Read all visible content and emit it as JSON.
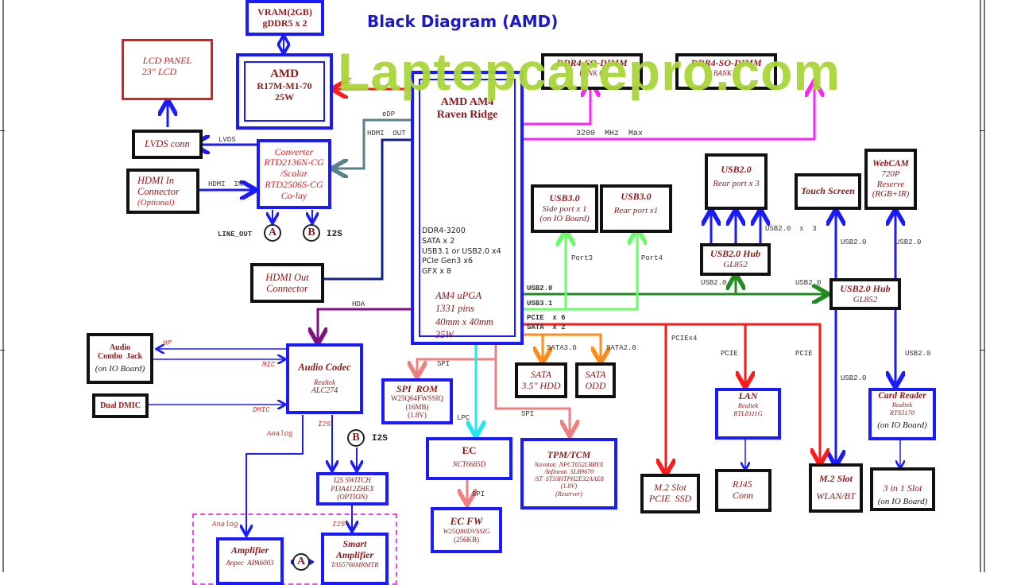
{
  "title": "Black Diagram (AMD)",
  "watermark": "Laptopcarepro.com",
  "colors": {
    "block_blue": "#1a1aff",
    "block_black": "#111111",
    "lcd_red": "#e81919",
    "text_maroon": "#8b1a1a",
    "title_blue": "#1a1acc",
    "watermark_green": "#a9d63a",
    "ddr_magenta": "#ff22ff",
    "usb2_green": "#1e8c1e",
    "usb3_light_green": "#66ff66",
    "pcie_red": "#ff1a1a",
    "sata_orange": "#ff8c1a",
    "spi_salmon": "#f08080",
    "lpc_cyan": "#22e6f0",
    "hda_purple": "#801080",
    "edp_slate": "#5a8088",
    "hdmi_navy": "#10208c"
  },
  "blocks": {
    "vram": {
      "line1": "VRAM(2GB)",
      "line2": "gDDR5 x 2"
    },
    "gpu": {
      "line1": "AMD",
      "line2": "R17M-M1-70",
      "line3": "25W"
    },
    "lcd_panel": {
      "line1": "LCD PANEL",
      "line2": "23\" LCD"
    },
    "lvds_conn": {
      "line1": "LVDS conn"
    },
    "converter": {
      "line1": "Converter",
      "line2": "RTD2136N-CG",
      "line3": "/Scalar",
      "line4": "RTD2506S-CG",
      "line5": "Co-lay"
    },
    "hdmi_in": {
      "line1": "HDMI  In",
      "line2": "Connector",
      "line3": "(Optional)"
    },
    "hdmi_out": {
      "line1": "HDMI Out",
      "line2": "Connector"
    },
    "cpu": {
      "line1": "AMD AM4",
      "line2": "Raven Ridge",
      "specs": [
        "DDR4-3200",
        "SATA x 2",
        "USB3.1 or USB2.0 x4",
        "PCIe Gen3 x6",
        "GFX x 8"
      ],
      "package": [
        "AM4 uPGA",
        "1331 pins",
        "40mm x 40mm",
        "35W"
      ]
    },
    "dimm_a": {
      "line1": "DDR4-SO-DIMM",
      "line2": "BANK 0,"
    },
    "dimm_b": {
      "line1": "DDR4-SO-DIMM",
      "line2": "BANK 0,"
    },
    "usb3_side": {
      "line1": "USB3.0",
      "line2": "Side port x 1",
      "line3": "(on IO Board)"
    },
    "usb3_rear": {
      "line1": "USB3.0",
      "line2": "Rear port x1"
    },
    "usb2_rear": {
      "line1": "USB2.0",
      "line2": "Rear port x 3"
    },
    "usb_hub_1": {
      "line1": "USB2.0 Hub",
      "line2": "GL852"
    },
    "usb_hub_2": {
      "line1": "USB2.0 Hub",
      "line2": "GL852"
    },
    "touch_screen": {
      "line1": "Touch Screen"
    },
    "webcam": {
      "line1": "WebCAM",
      "line2": "720P",
      "line3": "Reserve",
      "line4": "(RGB+IR)"
    },
    "audio_jack": {
      "line1": "Audio",
      "line2": "Combo  Jack",
      "line3": "(on IO Board)"
    },
    "dual_dmic": {
      "line1": "Dual DMIC"
    },
    "audio_codec": {
      "line1": "Audio Codec",
      "line2": "Realtek",
      "line3": "ALC274"
    },
    "spi_rom": {
      "line1": "SPI  ROM",
      "line2": "W25Q64FWSSIQ",
      "line3": "(16MB)",
      "line4": "(1.8V)"
    },
    "sata_hdd": {
      "line1": "SATA",
      "line2": "3.5\" HDD"
    },
    "sata_odd": {
      "line1": "SATA",
      "line2": "ODD"
    },
    "ec": {
      "line1": "EC",
      "line2": "NCT6685D"
    },
    "ec_fw": {
      "line1": "EC FW",
      "line2": "W25Q80DVSSIG",
      "line3": "(256KB)"
    },
    "tpm": {
      "line1": "TPM/TCM",
      "line2": "Nuvoton  NPCT652LBBYX",
      "line3": "/Infineon  SLB9670",
      "line4": "/ST  ST33HTPH2E32AAE8",
      "line5": "(1.8V)",
      "line6": "(Reserver)"
    },
    "m2_ssd": {
      "line1": "M.2 Slot",
      "line2": "PCIE  SSD"
    },
    "lan": {
      "line1": "LAN",
      "line2": "Realtek",
      "line3": "RTL8111G"
    },
    "rj45": {
      "line1": "RJ45",
      "line2": "Conn"
    },
    "m2_wlan": {
      "line1": "M.2 Slot",
      "line2": "WLAN/BT"
    },
    "card_reader": {
      "line1": "Card Reader",
      "line2": "Realtek",
      "line3": "RTS5170",
      "line4": "(on IO Board)"
    },
    "slot_3in1": {
      "line1": "3 in 1 Slot",
      "line2": "(on IO Board)"
    },
    "i2s_switch": {
      "line1": "I2S SWITCH",
      "line2": "PI3A412ZHEX",
      "line3": "(OPTION)"
    },
    "amplifier": {
      "line1": "Amplifier",
      "line2": "Anpec  APA6003"
    },
    "smart_amp": {
      "line1": "Smart",
      "line2": "Amplifier",
      "line3": "TAS5766MRMTR"
    }
  },
  "connectors": {
    "a": "A",
    "b": "B",
    "i2s": "I2S"
  },
  "signals": {
    "edp": "eDP",
    "hdmi_out": "HDMI  OUT",
    "lvds": "LVDS",
    "hdmi_in": "HDMI  IN",
    "line_out": "LINE_OUT",
    "hda": "HDA",
    "ddr_speed": "3200  MHz  Max",
    "usb20": "USB2.0",
    "usb31": "USB3.1",
    "pcie_x6": "PCIE  x 6",
    "sata_x2": "SATA  x 2",
    "port3": "Port3",
    "port4": "Port4",
    "usb20_x3": "USB2.0  x  3",
    "pciex4": "PCIEx4",
    "pcie": "PCIE",
    "sata30": "SATA3.0",
    "sata20": "SATA2.0",
    "spi": "SPI",
    "lpc": "LPC",
    "hp": "HP",
    "mic": "MIC",
    "dmic": "DMIC",
    "analog": "Analog",
    "i2s": "I2S",
    "edp_gpu": "E"
  }
}
